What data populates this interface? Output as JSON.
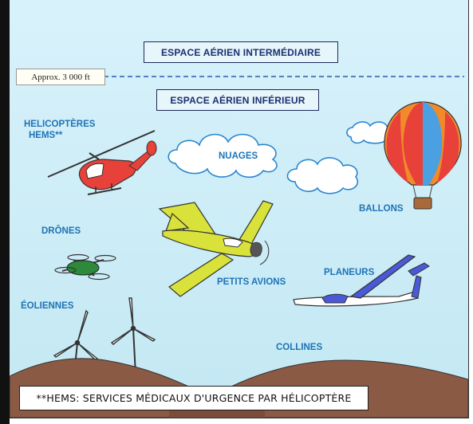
{
  "zones": {
    "intermediate": "ESPACE AÉRIEN INTERMÉDIAIRE",
    "lower": "ESPACE AÉRIEN INFÉRIEUR"
  },
  "altitude_marker": "Approx. 3 000 ft",
  "labels": {
    "helicopters_line1": "HELICOPTÈRES",
    "helicopters_line2": "HEMS**",
    "clouds": "NUAGES",
    "balloons": "BALLONS",
    "drones": "DRÔNES",
    "small_planes": "PETITS AVIONS",
    "gliders": "PLANEURS",
    "wind_turbines": "ÉOLIENNES",
    "hills": "COLLINES"
  },
  "footnote": "**HEMS: SERVICES MÉDICAUX D'URGENCE PAR HÉLICOPTÈRE",
  "colors": {
    "sky": "#cfeef8",
    "label_text": "#1e73b8",
    "hills": "#8a5a44",
    "helicopter": "#e8413a",
    "plane": "#d8e23a",
    "glider": "#4a59d8",
    "drone": "#2c8a3a",
    "clouds": "#ffffff",
    "dashed_line": "#2a5aa8"
  },
  "icons": [
    "helicopter-icon",
    "hot-air-balloon-icon",
    "cloud-icon",
    "drone-icon",
    "small-plane-icon",
    "glider-icon",
    "wind-turbine-icon",
    "hills-icon"
  ]
}
